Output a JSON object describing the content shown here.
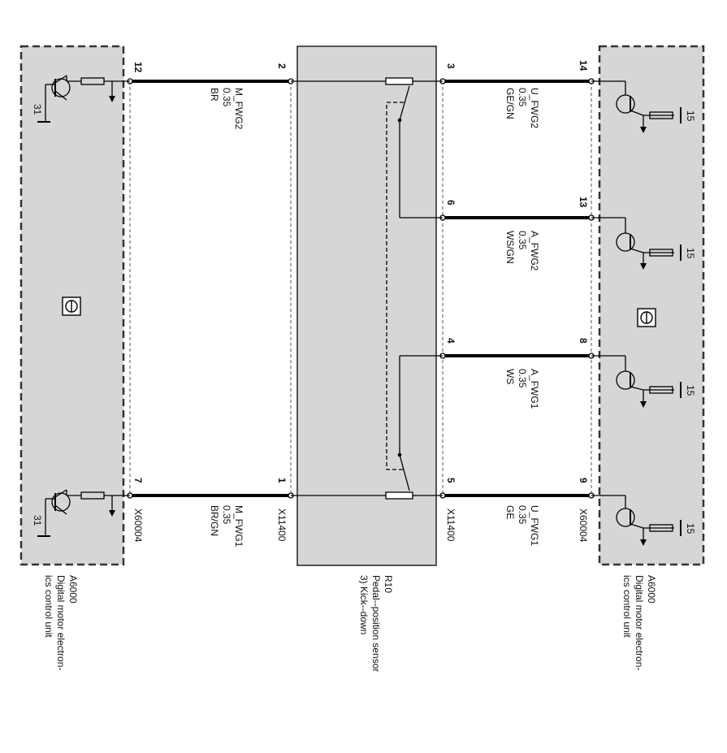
{
  "left_unit": {
    "id": "A6000",
    "desc_line1": "Digital motor electron-",
    "desc_line2": "ics control unit",
    "connector": "X60004",
    "ground_label": "31"
  },
  "right_unit": {
    "id": "A6000",
    "desc_line1": "Digital motor electron-",
    "desc_line2": "ics control unit",
    "connector": "X60004",
    "supply_label": "15"
  },
  "sensor": {
    "id": "R10",
    "desc_line1": "Pedal--position sensor",
    "desc_line2": "3) Kick--down",
    "connector": "X11400"
  },
  "left_wires": [
    {
      "name": "M_FWG2",
      "gauge": "0.35",
      "color": "BR",
      "unit_pin": "12",
      "sensor_pin": "2"
    },
    {
      "name": "M_FWG1",
      "gauge": "0.35",
      "color": "BR/GN",
      "unit_pin": "7",
      "sensor_pin": "1"
    }
  ],
  "right_wires": [
    {
      "name": "U_FWG2",
      "gauge": "0.35",
      "color": "GE/GN",
      "sensor_pin": "3",
      "unit_pin": "14"
    },
    {
      "name": "A_FWG2",
      "gauge": "0.35",
      "color": "WS/GN",
      "sensor_pin": "6",
      "unit_pin": "13"
    },
    {
      "name": "A_FWG1",
      "gauge": "0.35",
      "color": "WS",
      "sensor_pin": "4",
      "unit_pin": "8"
    },
    {
      "name": "U_FWG1",
      "gauge": "0.35",
      "color": "GE",
      "sensor_pin": "5",
      "unit_pin": "9"
    }
  ]
}
